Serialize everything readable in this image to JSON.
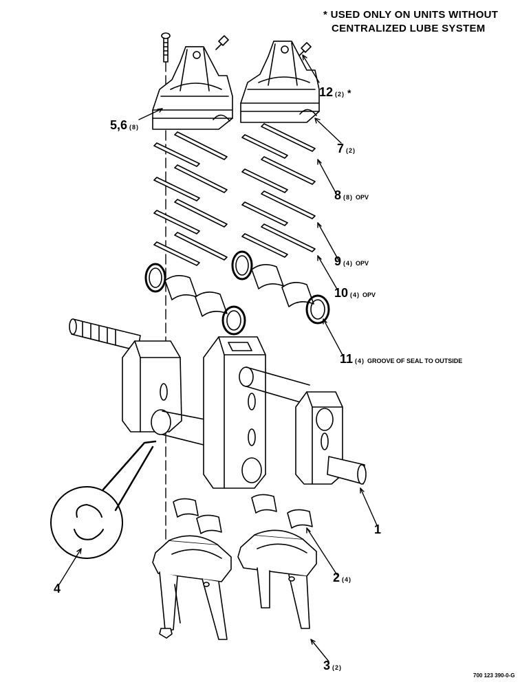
{
  "note": {
    "line1": "* USED ONLY ON UNITS WITHOUT",
    "line2": "CENTRALIZED LUBE SYSTEM"
  },
  "callouts": [
    {
      "id": "c12",
      "num": "12",
      "qty": "(2)",
      "tag": "*"
    },
    {
      "id": "c56",
      "num": "5,6",
      "qty": "(8)",
      "tag": ""
    },
    {
      "id": "c7",
      "num": "7",
      "qty": "(2)",
      "tag": ""
    },
    {
      "id": "c8",
      "num": "8",
      "qty": "(8)",
      "tag": "OPV"
    },
    {
      "id": "c9",
      "num": "9",
      "qty": "(4)",
      "tag": "OPV"
    },
    {
      "id": "c10",
      "num": "10",
      "qty": "(4)",
      "tag": "OPV"
    },
    {
      "id": "c11",
      "num": "11",
      "qty": "(4)",
      "tag": "GROOVE OF SEAL TO OUTSIDE"
    },
    {
      "id": "c1",
      "num": "1",
      "qty": "",
      "tag": ""
    },
    {
      "id": "c4",
      "num": "4",
      "qty": "",
      "tag": ""
    },
    {
      "id": "c2",
      "num": "2",
      "qty": "(4)",
      "tag": ""
    },
    {
      "id": "c3",
      "num": "3",
      "qty": "(2)",
      "tag": ""
    }
  ],
  "figure_ref": "700 123 390-0-G"
}
